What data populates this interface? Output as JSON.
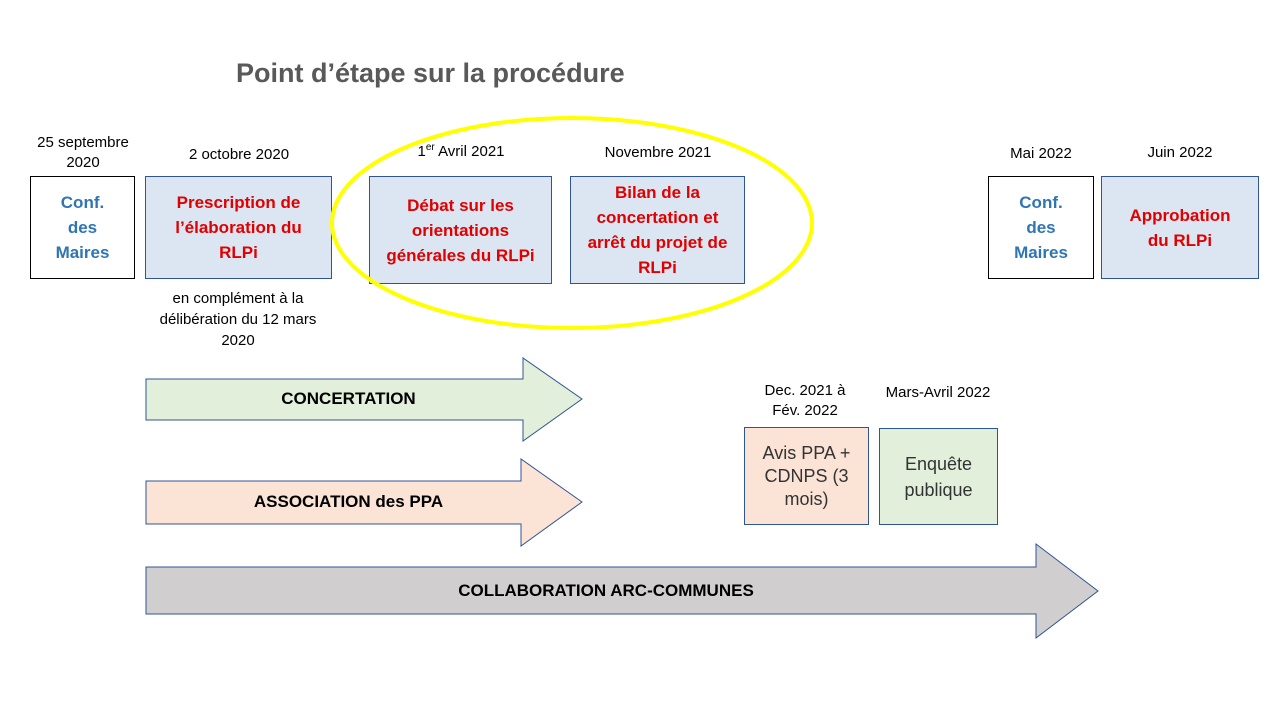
{
  "title": "Point d’étape sur la procédure",
  "milestones": [
    {
      "date": "25 septembre 2020",
      "label": "Conf. des Maires"
    },
    {
      "date": "2 octobre 2020",
      "label": "Prescription de l’élaboration du RLPi",
      "note": "en complément à la délibération du 12 mars 2020"
    },
    {
      "date_sup": "er",
      "date_pre": "1",
      "date_post": " Avril 2021",
      "label": "Débat sur les orientations générales du RLPi"
    },
    {
      "date": "Novembre 2021",
      "label": "Bilan de la concertation et arrêt du projet de RLPi"
    },
    {
      "date": "Mai 2022",
      "label": "Conf. des Maires"
    },
    {
      "date": "Juin 2022",
      "label": "Approbation du RLPi"
    }
  ],
  "phases": [
    {
      "date": "Dec. 2021 à Fév. 2022",
      "label": "Avis PPA + CDNPS (3 mois)"
    },
    {
      "date": "Mars-Avril 2022",
      "label": "Enquête publique"
    }
  ],
  "arrows": [
    {
      "label": "CONCERTATION",
      "color": "#e2efda"
    },
    {
      "label": "ASSOCIATION des PPA",
      "color": "#fbe3d6"
    },
    {
      "label": "COLLABORATION ARC-COMMUNES",
      "color": "#d0cece"
    }
  ],
  "colors": {
    "highlight_ellipse": "#ffff00",
    "outline": "#2f5597",
    "red_text": "#e00000",
    "blue_text": "#2e75b6"
  }
}
